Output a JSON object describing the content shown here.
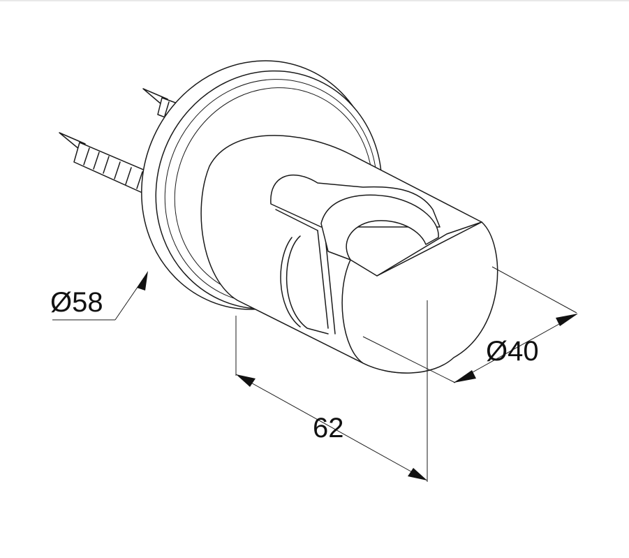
{
  "dimensions": {
    "flange_diameter": "Ø58",
    "depth": "62",
    "body_diameter": "Ø40"
  },
  "colors": {
    "line": "#1a1a1a",
    "background": "#ffffff"
  }
}
